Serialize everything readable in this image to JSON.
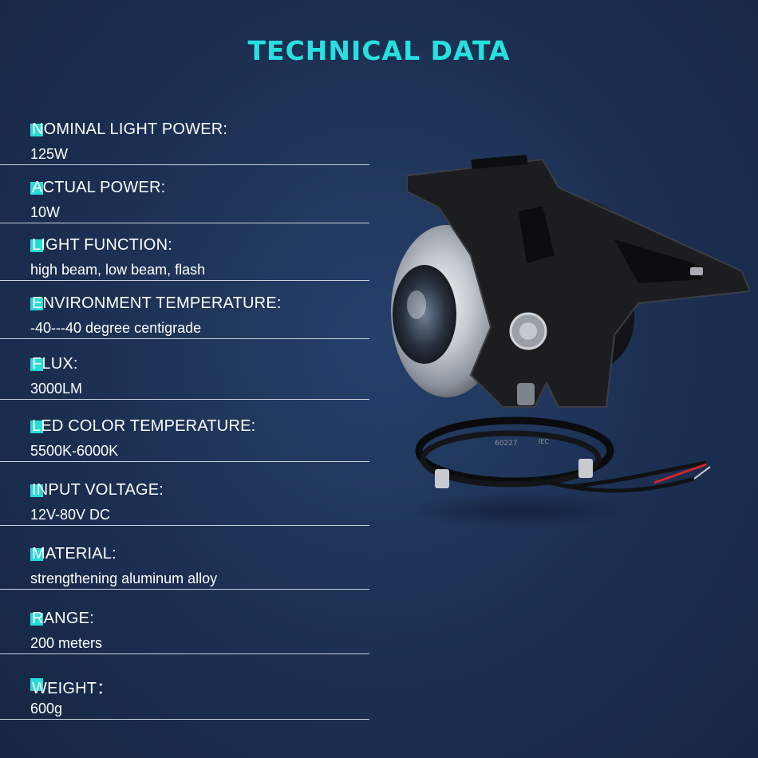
{
  "title": "TECHNICAL DATA",
  "specs": [
    {
      "label": "NOMINAL LIGHT POWER:",
      "value": "125W"
    },
    {
      "label": "ACTUAL POWER:",
      "value": "10W"
    },
    {
      "label": "LIGHT FUNCTION:",
      "value": "high beam, low beam, flash"
    },
    {
      "label": "ENVIRONMENT TEMPERATURE:",
      "value": "-40---40 degree centigrade"
    },
    {
      "label": "FLUX:",
      "value": "3000LM"
    },
    {
      "label": "LED COLOR TEMPERATURE:",
      "value": "5500K-6000K"
    },
    {
      "label": "INPUT VOLTAGE:",
      "value": "12V-80V DC"
    },
    {
      "label": "MATERIAL:",
      "value": "strengthening aluminum alloy"
    },
    {
      "label": "RANGE:",
      "value": "200 meters"
    },
    {
      "label": "WEIGHT：",
      "value": "600g"
    }
  ],
  "lamp": {
    "cable_text_1": "60227",
    "cable_text_2": "IEC"
  },
  "colors": {
    "accent": "#27e0e0",
    "background": "#1c2f52",
    "text": "#ffffff"
  }
}
